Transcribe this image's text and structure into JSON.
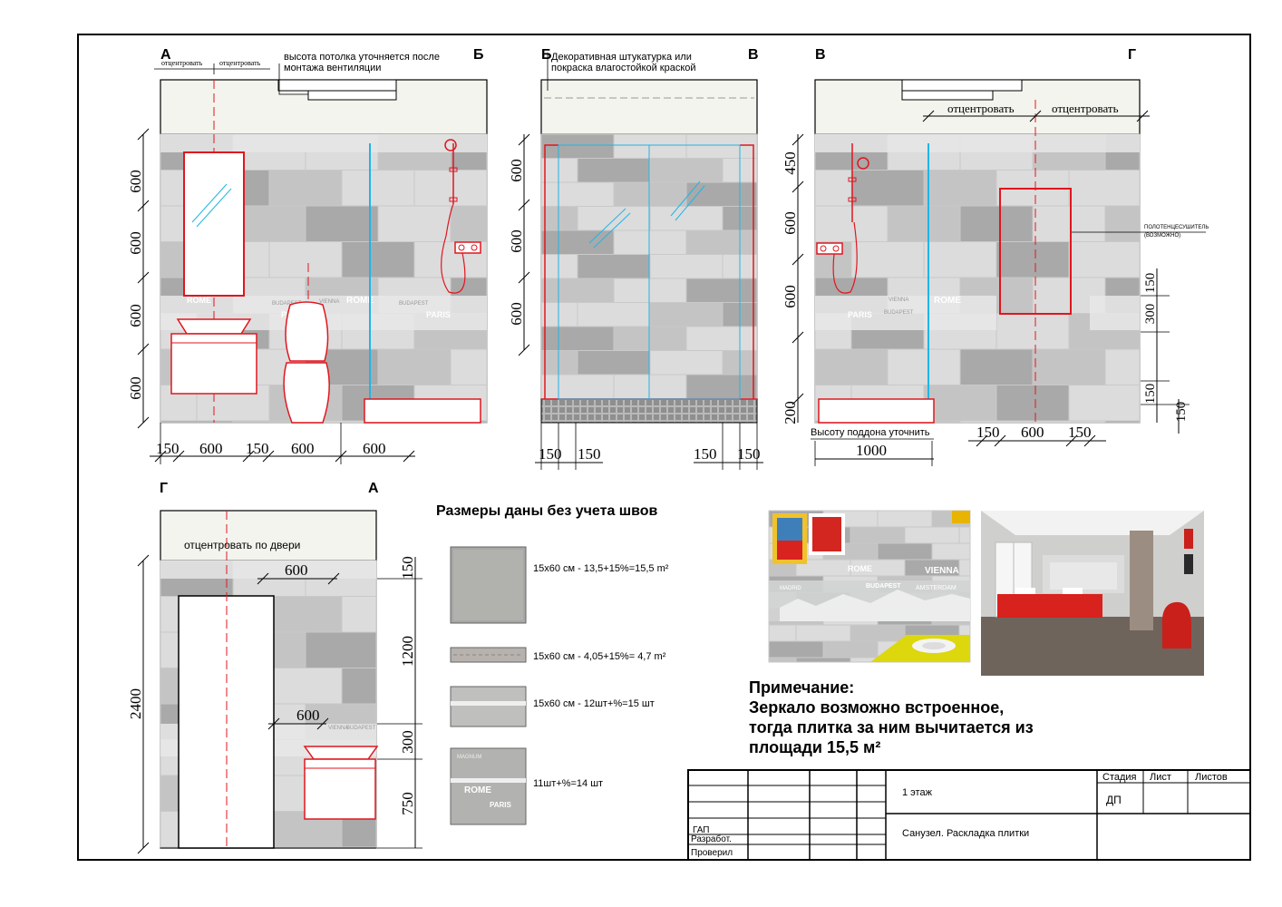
{
  "elevations": {
    "ab": {
      "left_letter": "А",
      "right_letter": "Б",
      "note_left": "отцентровать",
      "note_right": "отцентровать",
      "ceiling_note": [
        "высота потолка уточняется после",
        "монтажа вентиляции"
      ],
      "vdims": [
        "600",
        "600",
        "600",
        "600"
      ],
      "hdims": [
        "150",
        "600",
        "150",
        "600",
        "600"
      ],
      "border_words": [
        "ROME",
        "BUDAPEST",
        "PARIS",
        "VIENNA",
        "ROME",
        "BUDAPEST",
        "PARIS"
      ]
    },
    "bv": {
      "left_letter": "Б",
      "right_letter": "В",
      "note": [
        "Декоративная штукатурка или",
        "покраска влагостойкой краской"
      ],
      "vdims": [
        "600",
        "600",
        "600"
      ],
      "hdims": [
        "150",
        "150",
        "150",
        "150"
      ]
    },
    "vg": {
      "left_letter": "В",
      "right_letter": "Г",
      "center_left": "отцентровать",
      "center_right": "отцентровать",
      "towel_note": [
        "ПОЛОТЕНЦЕСУШИТЕЛЬ",
        "(ВОЗМОЖНО)"
      ],
      "vdims_left": [
        "450",
        "600",
        "600",
        "200"
      ],
      "vdims_right": [
        "150",
        "300",
        "150",
        "150"
      ],
      "tray_note": "Высоту поддона уточнить",
      "tray_dim": "1000",
      "hdims": [
        "150",
        "600",
        "150"
      ],
      "border_words": [
        "VIENNA",
        "ROME",
        "BUDAPEST",
        "PARIS"
      ]
    },
    "ga": {
      "left_letter": "Г",
      "right_letter": "А",
      "door_note": "отцентровать по двери",
      "dim_top": "600",
      "dim_mid": "600",
      "vdim_total": "2400",
      "vdims_right": [
        "150",
        "1200",
        "300",
        "750"
      ],
      "border_words": [
        "VIENNA",
        "BUDAPEST"
      ]
    }
  },
  "legend": {
    "title": "Размеры даны без учета швов",
    "items": [
      {
        "label": "15х60 см - 13,5+15%=15,5 m²"
      },
      {
        "label": "15х60 см - 4,05+15%= 4,7 m²"
      },
      {
        "label": "15х60 см - 12шт+%=15 шт"
      },
      {
        "label": "11шт+%=14 шт"
      }
    ],
    "swatch_words": [
      "MAGNUM",
      "ROME",
      "PARIS"
    ]
  },
  "photos": {
    "left_words": [
      "MADRID",
      "ROME",
      "BUDAPEST",
      "VIENNA",
      "AMSTERDAM"
    ]
  },
  "note": {
    "title": "Примечание:",
    "lines": [
      "Зеркало возможно встроенное,",
      "тогда плитка за ним вычитается из",
      "площади 15,5 м²"
    ]
  },
  "title_block": {
    "headers": [
      "Стадия",
      "Лист",
      "Листов"
    ],
    "stage": "ДП",
    "floor": "1 этаж",
    "sheet_title": "Санузел. Раскладка плитки",
    "roles": [
      "ГАП",
      "Разработ.",
      "Проверил"
    ]
  },
  "colors": {
    "accent_red": "#e0161e",
    "glass_cyan": "#1fb5e6",
    "tile_dark": "#a9a9a9",
    "tile_light": "#dcdcdc"
  }
}
